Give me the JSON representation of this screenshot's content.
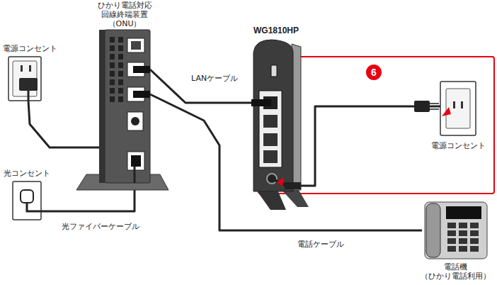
{
  "diagram": {
    "nodes": [
      {
        "text": [
          "電源コンセント"
        ]
      },
      {
        "text": [
          "ひかり電話対応 回線終端装置 （ONU）"
        ]
      },
      {
        "text": [
          "光コンセント"
        ]
      },
      {
        "text": [
          "WG1810HP"
        ]
      },
      {
        "text": [
          "電源コンセント"
        ]
      },
      {
        "text": [
          "電話機 （ひかり電話利用）"
        ]
      }
    ],
    "edges": [
      {
        "from": 0,
        "to": 1,
        "arrow": "none"
      },
      {
        "from": 2,
        "to": 1,
        "label": "光ファイバーケーブル",
        "arrow": "none"
      },
      {
        "from": 1,
        "to": 3,
        "label": "LANケーブル",
        "arrow": "none"
      },
      {
        "from": 1,
        "to": 5,
        "label": "電話ケーブル",
        "arrow": "none"
      },
      {
        "from": 3,
        "to": 4,
        "arrow": "none"
      }
    ],
    "labels": [
      "6"
    ]
  }
}
